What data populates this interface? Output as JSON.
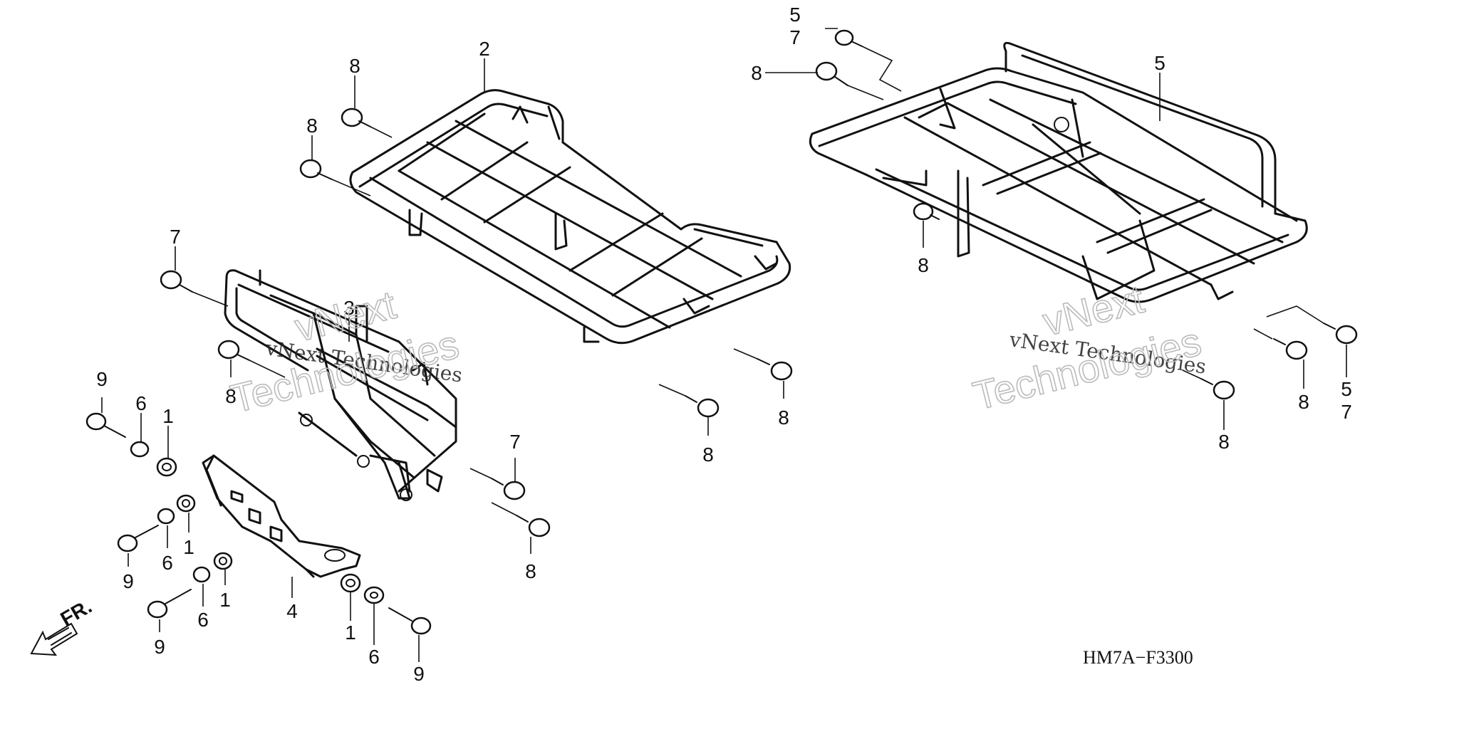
{
  "diagram_code": "HM7A−F3300",
  "front_marker": "FR.",
  "watermark": {
    "small": "vNext Technologies",
    "line1": "vNext",
    "line2": "Technologies"
  },
  "callouts": [
    {
      "id": "c-2",
      "text": "2"
    },
    {
      "id": "c-8a",
      "text": "8"
    },
    {
      "id": "c-8b",
      "text": "8"
    },
    {
      "id": "c-5a",
      "text": "5"
    },
    {
      "id": "c-7a",
      "text": "7"
    },
    {
      "id": "c-8c",
      "text": "8"
    },
    {
      "id": "c-5b",
      "text": "5"
    },
    {
      "id": "c-8d",
      "text": "8"
    },
    {
      "id": "c-7b",
      "text": "7"
    },
    {
      "id": "c-3",
      "text": "3"
    },
    {
      "id": "c-8e",
      "text": "8"
    },
    {
      "id": "c-9a",
      "text": "9"
    },
    {
      "id": "c-6a",
      "text": "6"
    },
    {
      "id": "c-1a",
      "text": "1"
    },
    {
      "id": "c-8f",
      "text": "8"
    },
    {
      "id": "c-8g",
      "text": "8"
    },
    {
      "id": "c-7c",
      "text": "7"
    },
    {
      "id": "c-8h",
      "text": "8"
    },
    {
      "id": "c-9b",
      "text": "9"
    },
    {
      "id": "c-6b",
      "text": "6"
    },
    {
      "id": "c-1b",
      "text": "1"
    },
    {
      "id": "c-4",
      "text": "4"
    },
    {
      "id": "c-9c",
      "text": "9"
    },
    {
      "id": "c-6c",
      "text": "6"
    },
    {
      "id": "c-1c",
      "text": "1"
    },
    {
      "id": "c-1d",
      "text": "1"
    },
    {
      "id": "c-6d",
      "text": "6"
    },
    {
      "id": "c-9d",
      "text": "9"
    },
    {
      "id": "c-8i",
      "text": "8"
    },
    {
      "id": "c-8j",
      "text": "8"
    },
    {
      "id": "c-5c",
      "text": "5"
    },
    {
      "id": "c-7d",
      "text": "7"
    }
  ]
}
